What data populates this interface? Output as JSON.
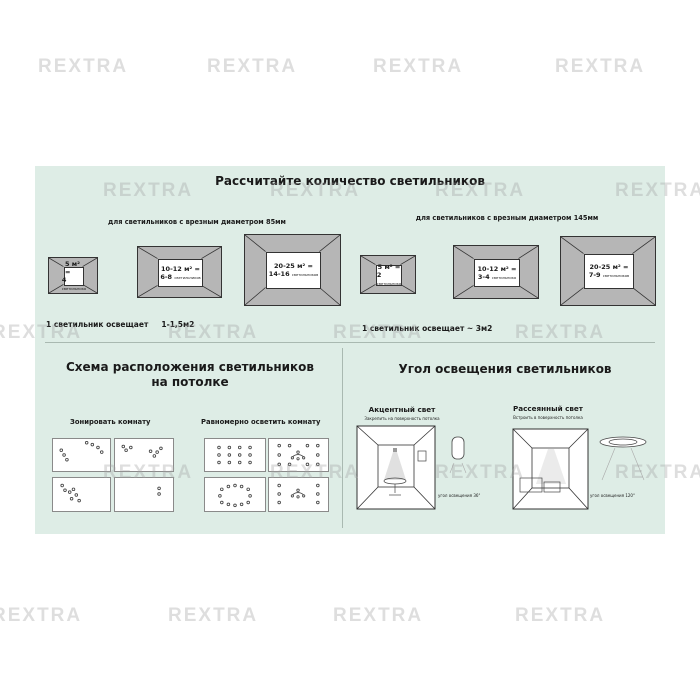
{
  "watermark": "REXTRA",
  "count_section": {
    "title": "Рассчитайте количество светильников",
    "left": {
      "subtitle": "для светильников с врезным диаметром 85мм",
      "rooms": [
        {
          "area": "5 м² =",
          "count": "4",
          "unit": "светильника"
        },
        {
          "area": "10-12 м² =",
          "count": "6-8",
          "unit": "светильников"
        },
        {
          "area": "20-25 м² =",
          "count": "14-16",
          "unit": "светильников"
        }
      ],
      "note": "1 светильник освещает     1-1,5м2"
    },
    "right": {
      "subtitle": "для светильников с врезным диаметром 145мм",
      "rooms": [
        {
          "area": "5 м² =",
          "count": "2",
          "unit": "светильника"
        },
        {
          "area": "10-12 м² =",
          "count": "3-4",
          "unit": "светильника"
        },
        {
          "area": "20-25 м² =",
          "count": "7-9",
          "unit": "светильников"
        }
      ],
      "note": "1 светильник освещает ~ 3м2"
    }
  },
  "layout_section": {
    "title_line1": "Схема расположения светильников",
    "title_line2": "на потолке",
    "zoning_label": "Зонировать комнату",
    "even_label": "Равномерно осветить комнату"
  },
  "angle_section": {
    "title": "Угол освещения светильников",
    "accent": {
      "title": "Акцентный свет",
      "subtitle": "Закрепить на поверхность потолка",
      "angle_note": "угол освещения 36°"
    },
    "diffuse": {
      "title": "Рассеянный свет",
      "subtitle": "Встроить в поверхность потолка",
      "angle_note": "угол освещения 120°"
    }
  }
}
